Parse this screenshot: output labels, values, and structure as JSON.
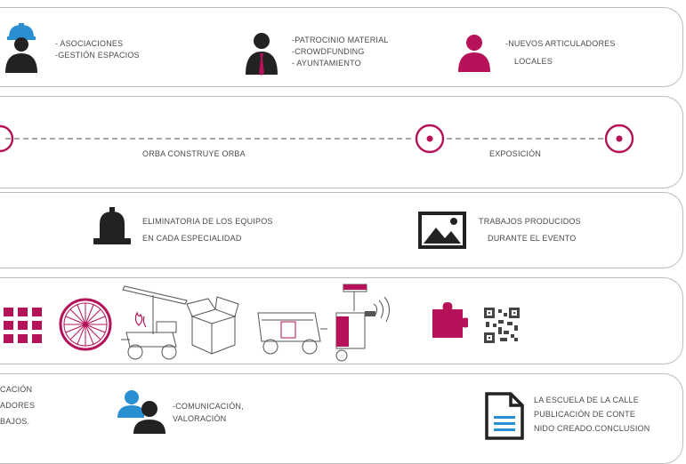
{
  "colors": {
    "magenta": "#b5125a",
    "dark": "#222222",
    "blue": "#2a8fd0",
    "gray": "#9a9a9a"
  },
  "row1": {
    "col1": {
      "icon": "worker-helmet-icon",
      "lines": [
        "- ASOCIACIONES",
        "-GESTIÓN ESPACIOS"
      ]
    },
    "col2": {
      "icon": "businessman-icon",
      "lines": [
        "-PATROCINIO MATERIAL",
        "-CROWDFUNDING",
        "- AYUNTAMIENTO"
      ]
    },
    "col3": {
      "icon": "person-magenta-icon",
      "lines": [
        "-NUEVOS ARTICULADORES",
        "LOCALES"
      ]
    }
  },
  "row2": {
    "label_left": "ORBA CONSTRUYE ORBA",
    "label_right": "EXPOSICIÓN"
  },
  "row3": {
    "col1": {
      "icon": "bell-icon",
      "lines": [
        "ELIMINATORIA DE LOS EQUIPOS",
        "EN CADA ESPECIALIDAD"
      ]
    },
    "col2": {
      "icon": "image-frame-icon",
      "lines": [
        "TRABAJOS PRODUCIDOS",
        "DURANTE EL EVENTO"
      ]
    }
  },
  "row5": {
    "col1": {
      "lines": [
        "CACIÓN",
        "ADORES",
        "BAJOS."
      ]
    },
    "col2": {
      "icon": "users-chat-icon",
      "lines": [
        "-COMUNICACIÓN,",
        "VALORACIÓN"
      ]
    },
    "col3": {
      "icon": "document-icon",
      "lines": [
        "LA ESCUELA DE LA CALLE",
        "PUBLICACIÓN DE CONTE",
        "NIDO CREADO.CONCLUSION"
      ]
    }
  }
}
